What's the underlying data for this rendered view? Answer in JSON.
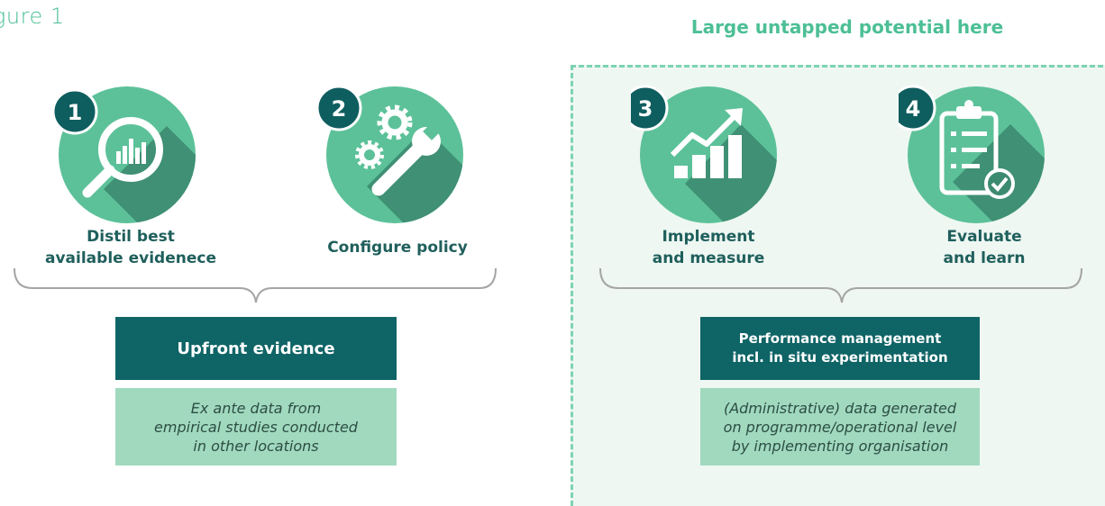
{
  "figure_label": "gure 1",
  "right_banner": "Large untapped potential here",
  "steps": [
    {
      "number": "1",
      "label_lines": [
        "Distil best",
        "available evidenece"
      ],
      "icon": "magnifier-chart-icon"
    },
    {
      "number": "2",
      "label_lines": [
        "Configure policy"
      ],
      "icon": "gears-wrench-icon"
    },
    {
      "number": "3",
      "label_lines": [
        "Implement",
        "and measure"
      ],
      "icon": "growth-chart-icon"
    },
    {
      "number": "4",
      "label_lines": [
        "Evaluate",
        "and learn"
      ],
      "icon": "clipboard-check-icon"
    }
  ],
  "left_group": {
    "title": "Upfront evidence",
    "description_lines": [
      "Ex ante data from",
      "empirical studies conducted",
      "in other locations"
    ]
  },
  "right_group": {
    "title_lines": [
      "Performance management",
      "incl. in situ experimentation"
    ],
    "description_lines": [
      "(Administrative) data generated",
      "on programme/operational level",
      "by implementing organisation"
    ]
  },
  "colors": {
    "circle_green": "#5cc199",
    "shadow_green": "#3c8b70",
    "badge_dark": "#0f5e5f",
    "dark_box": "#0f6466",
    "light_box": "#a1d9bf",
    "panel_bg": "#eef7f2",
    "dashed_border": "#7dd3b1"
  }
}
